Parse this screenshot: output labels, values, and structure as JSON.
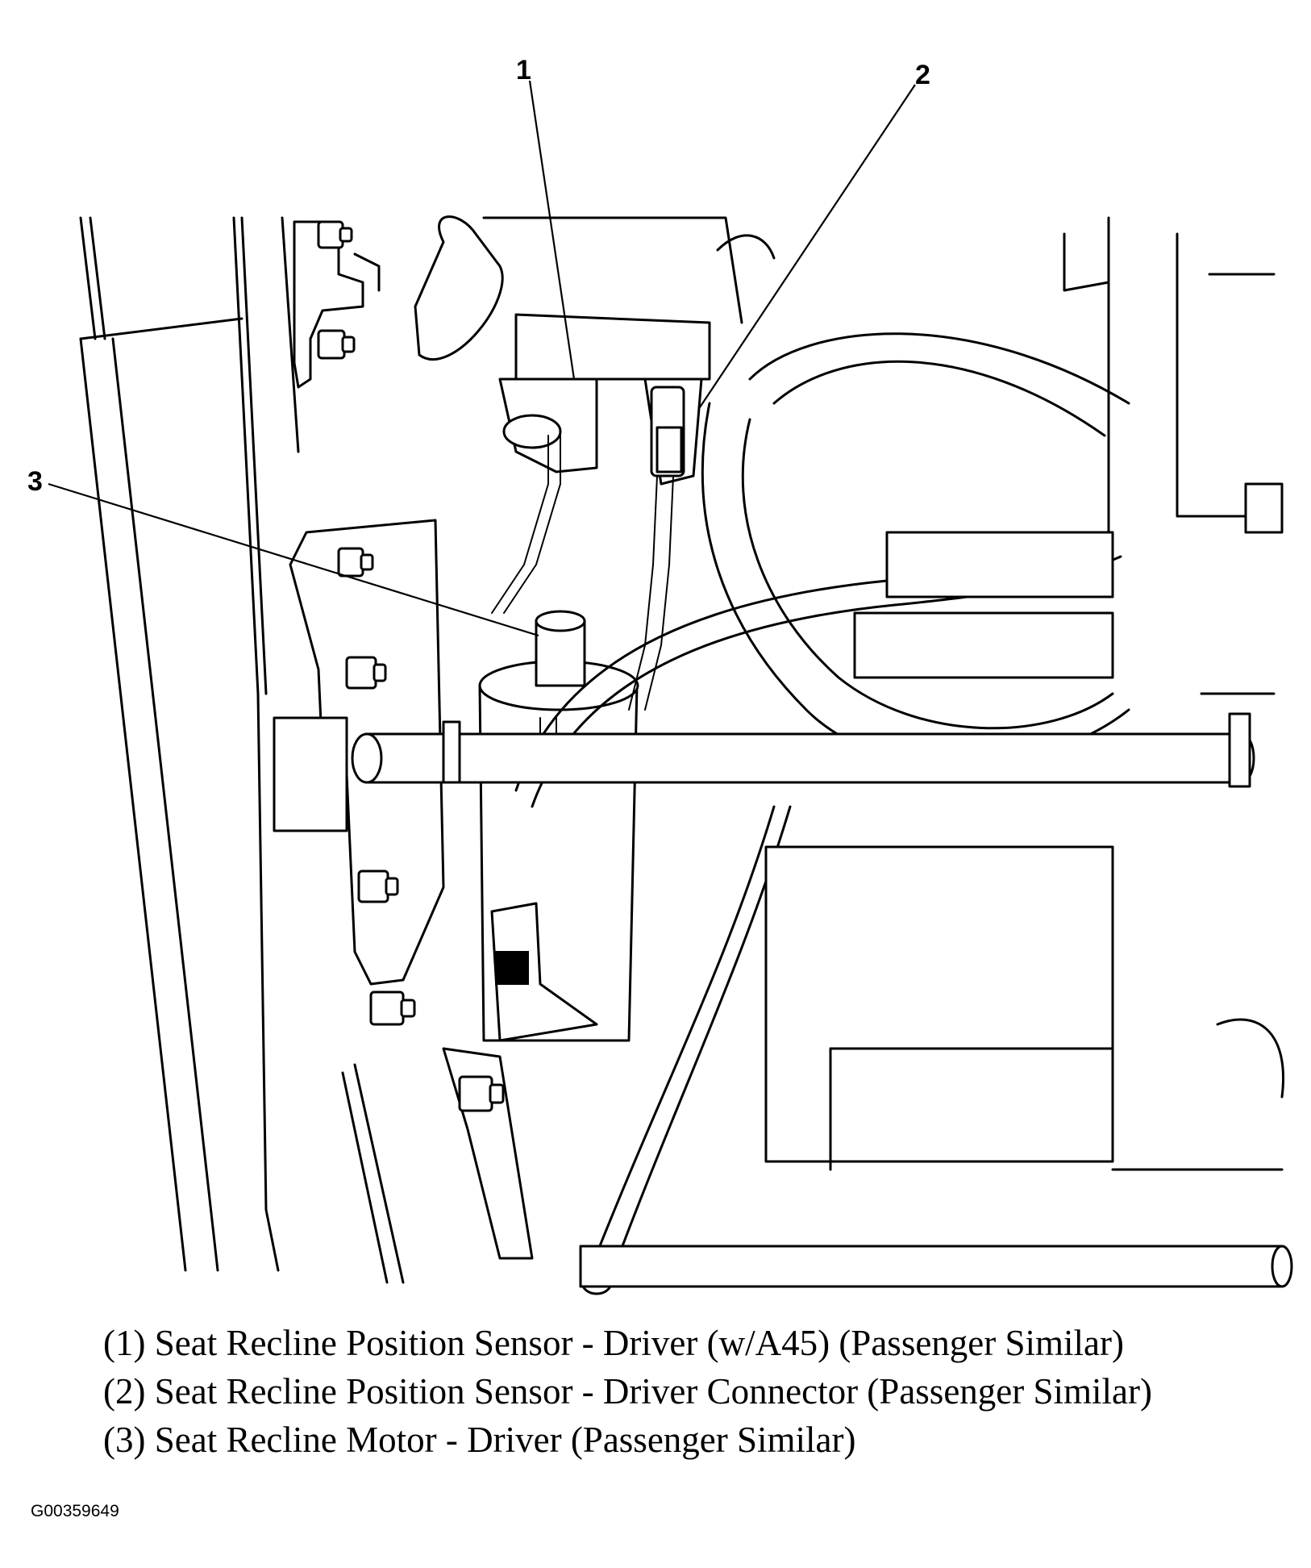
{
  "callouts": [
    {
      "id": "1",
      "label": "1"
    },
    {
      "id": "2",
      "label": "2"
    },
    {
      "id": "3",
      "label": "3"
    }
  ],
  "legend": [
    "(1) Seat Recline Position Sensor - Driver (w/A45) (Passenger Similar)",
    "(2) Seat Recline Position Sensor - Driver Connector (Passenger Similar)",
    "(3) Seat Recline Motor - Driver (Passenger Similar)"
  ],
  "figure_id": "G00359649"
}
